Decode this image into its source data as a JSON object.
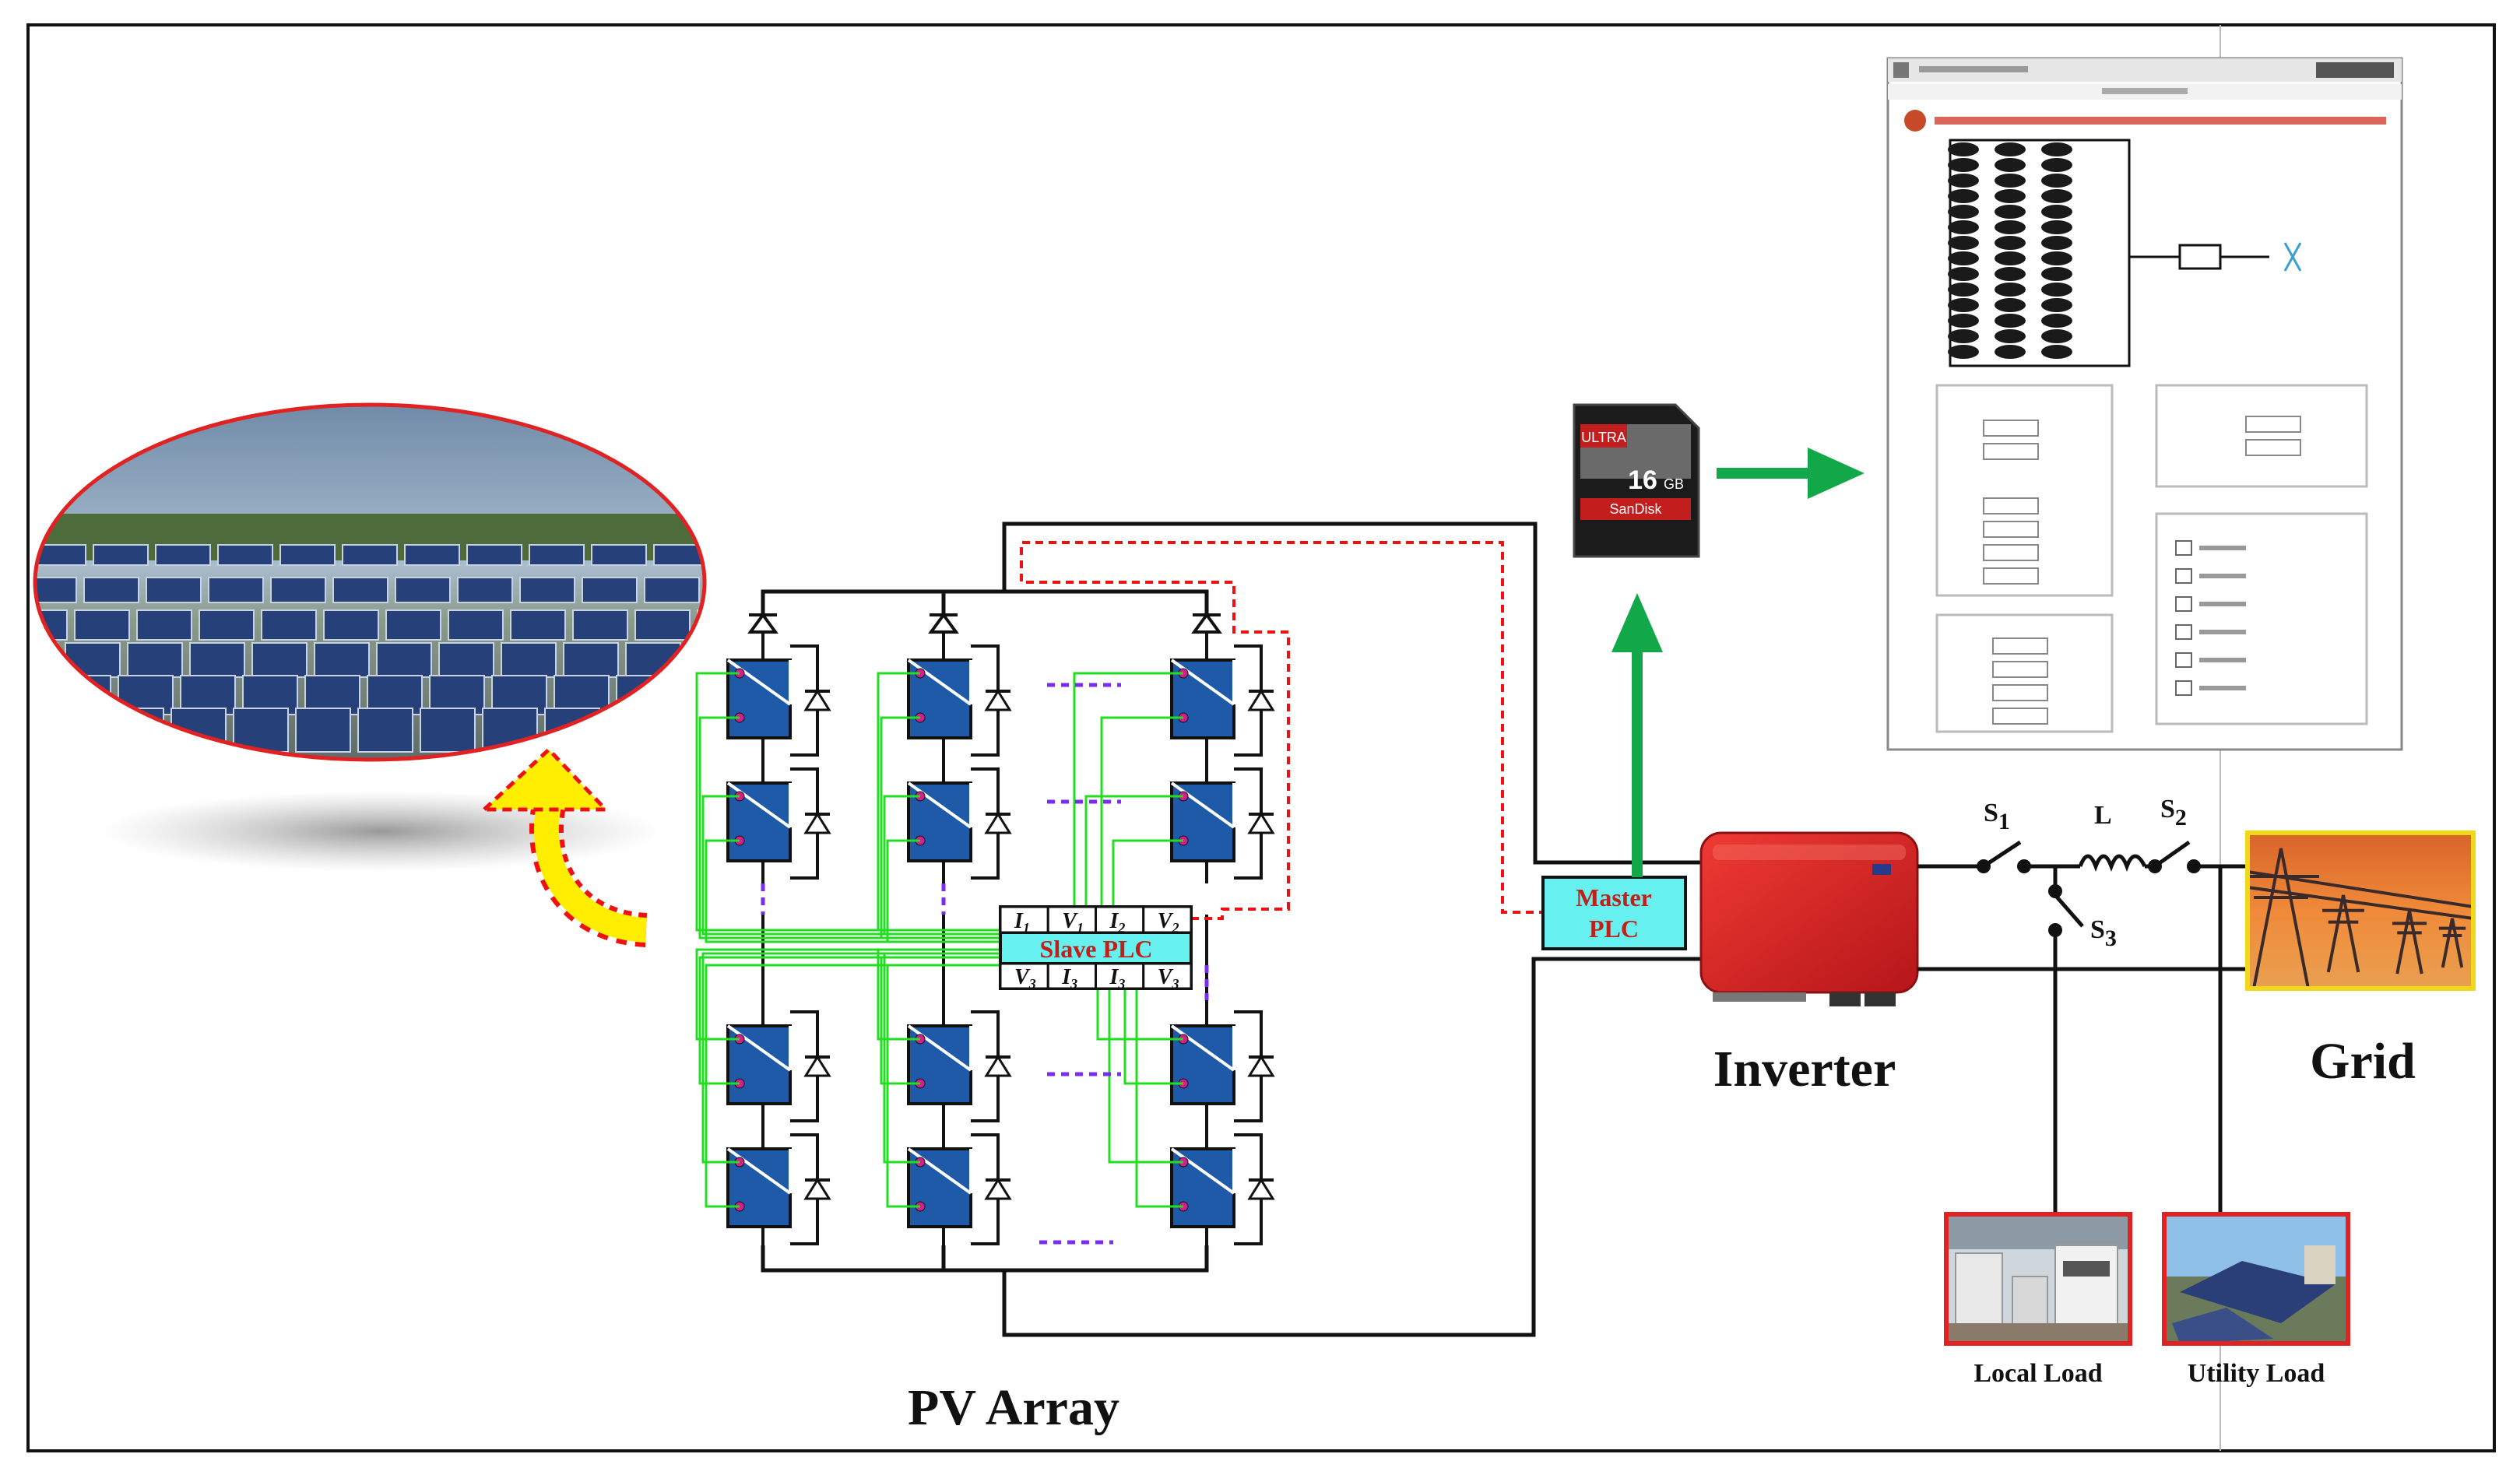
{
  "labels": {
    "pv_array": "PV Array",
    "inverter": "Inverter",
    "grid": "Grid",
    "slave_plc": "Slave PLC",
    "master_plc_line1": "Master",
    "master_plc_line2": "PLC",
    "local_load": "Local Load",
    "utility_load": "Utility Load",
    "switch_s1": "S",
    "switch_s1_sub": "1",
    "switch_s2": "S",
    "switch_s2_sub": "2",
    "switch_s3": "S",
    "switch_s3_sub": "3",
    "inductor": "L"
  },
  "sensor_channels_top": [
    "I",
    "V",
    "I",
    "V"
  ],
  "sensor_channels_top_sub": [
    "1",
    "1",
    "2",
    "2"
  ],
  "sensor_channels_bottom": [
    "V",
    "I",
    "I",
    "V"
  ],
  "sensor_channels_bottom_sub": [
    "3",
    "3",
    "3",
    "3"
  ],
  "sd_card": {
    "brand": "SanDisk",
    "product": "ULTRA",
    "capacity": "16",
    "unit": "GB"
  },
  "colors": {
    "panel_blue": "#1e5aa8",
    "sensor_green": "#22dd22",
    "plc_cyan": "#66f0f0",
    "signal_red": "#ee1111",
    "dash_purple": "#7b2cf0",
    "inverter_red": "#d9231f",
    "arrow_green": "#12a84a",
    "arrow_yellow": "#ffee00"
  }
}
